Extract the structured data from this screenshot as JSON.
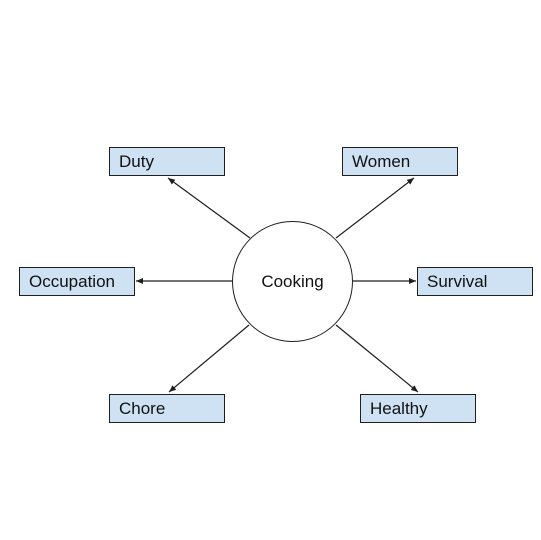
{
  "diagram": {
    "center": {
      "label": "Cooking"
    },
    "nodes": [
      {
        "id": "duty",
        "label": "Duty"
      },
      {
        "id": "women",
        "label": "Women"
      },
      {
        "id": "occupation",
        "label": "Occupation"
      },
      {
        "id": "survival",
        "label": "Survival"
      },
      {
        "id": "chore",
        "label": "Chore"
      },
      {
        "id": "healthy",
        "label": "Healthy"
      }
    ],
    "edges": [
      {
        "from": "center",
        "to": "duty"
      },
      {
        "from": "center",
        "to": "women"
      },
      {
        "from": "center",
        "to": "occupation"
      },
      {
        "from": "center",
        "to": "survival"
      },
      {
        "from": "center",
        "to": "chore"
      },
      {
        "from": "center",
        "to": "healthy"
      }
    ],
    "colors": {
      "box_fill": "#cfe2f3",
      "stroke": "#1f1f1f",
      "background": "#ffffff"
    }
  }
}
